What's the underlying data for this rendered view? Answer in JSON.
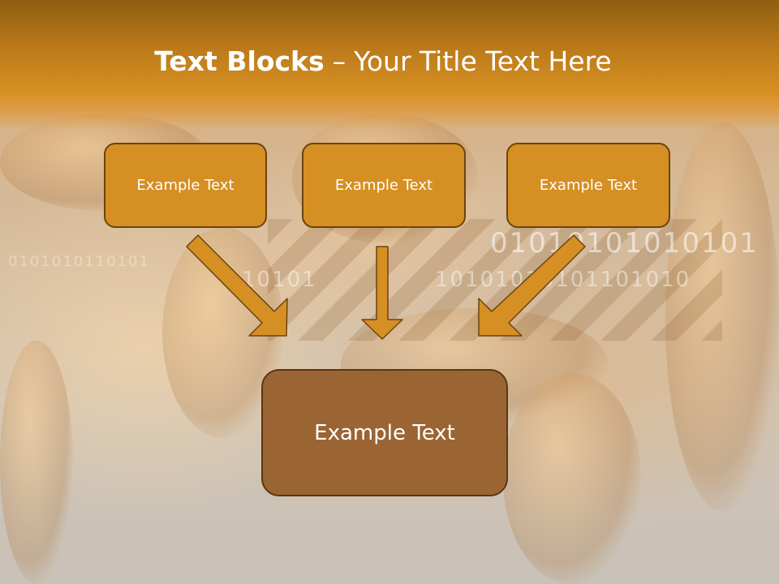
{
  "title": {
    "bold": "Text Blocks",
    "dash": "–",
    "rest": "Your Title Text Here"
  },
  "blocks": {
    "left": "Example Text",
    "center": "Example Text",
    "right": "Example Text",
    "bottom": "Example Text"
  },
  "background_text": {
    "binary_1": "01010101010101",
    "binary_2": "10101010101101010",
    "binary_3": "10101",
    "binary_4": "0101010110101"
  },
  "colors": {
    "header": "#d68f22",
    "block_fill": "#d68f22",
    "block_border": "#6b4410",
    "bottom_fill": "#9b6433",
    "arrow_fill": "#d68f22"
  }
}
